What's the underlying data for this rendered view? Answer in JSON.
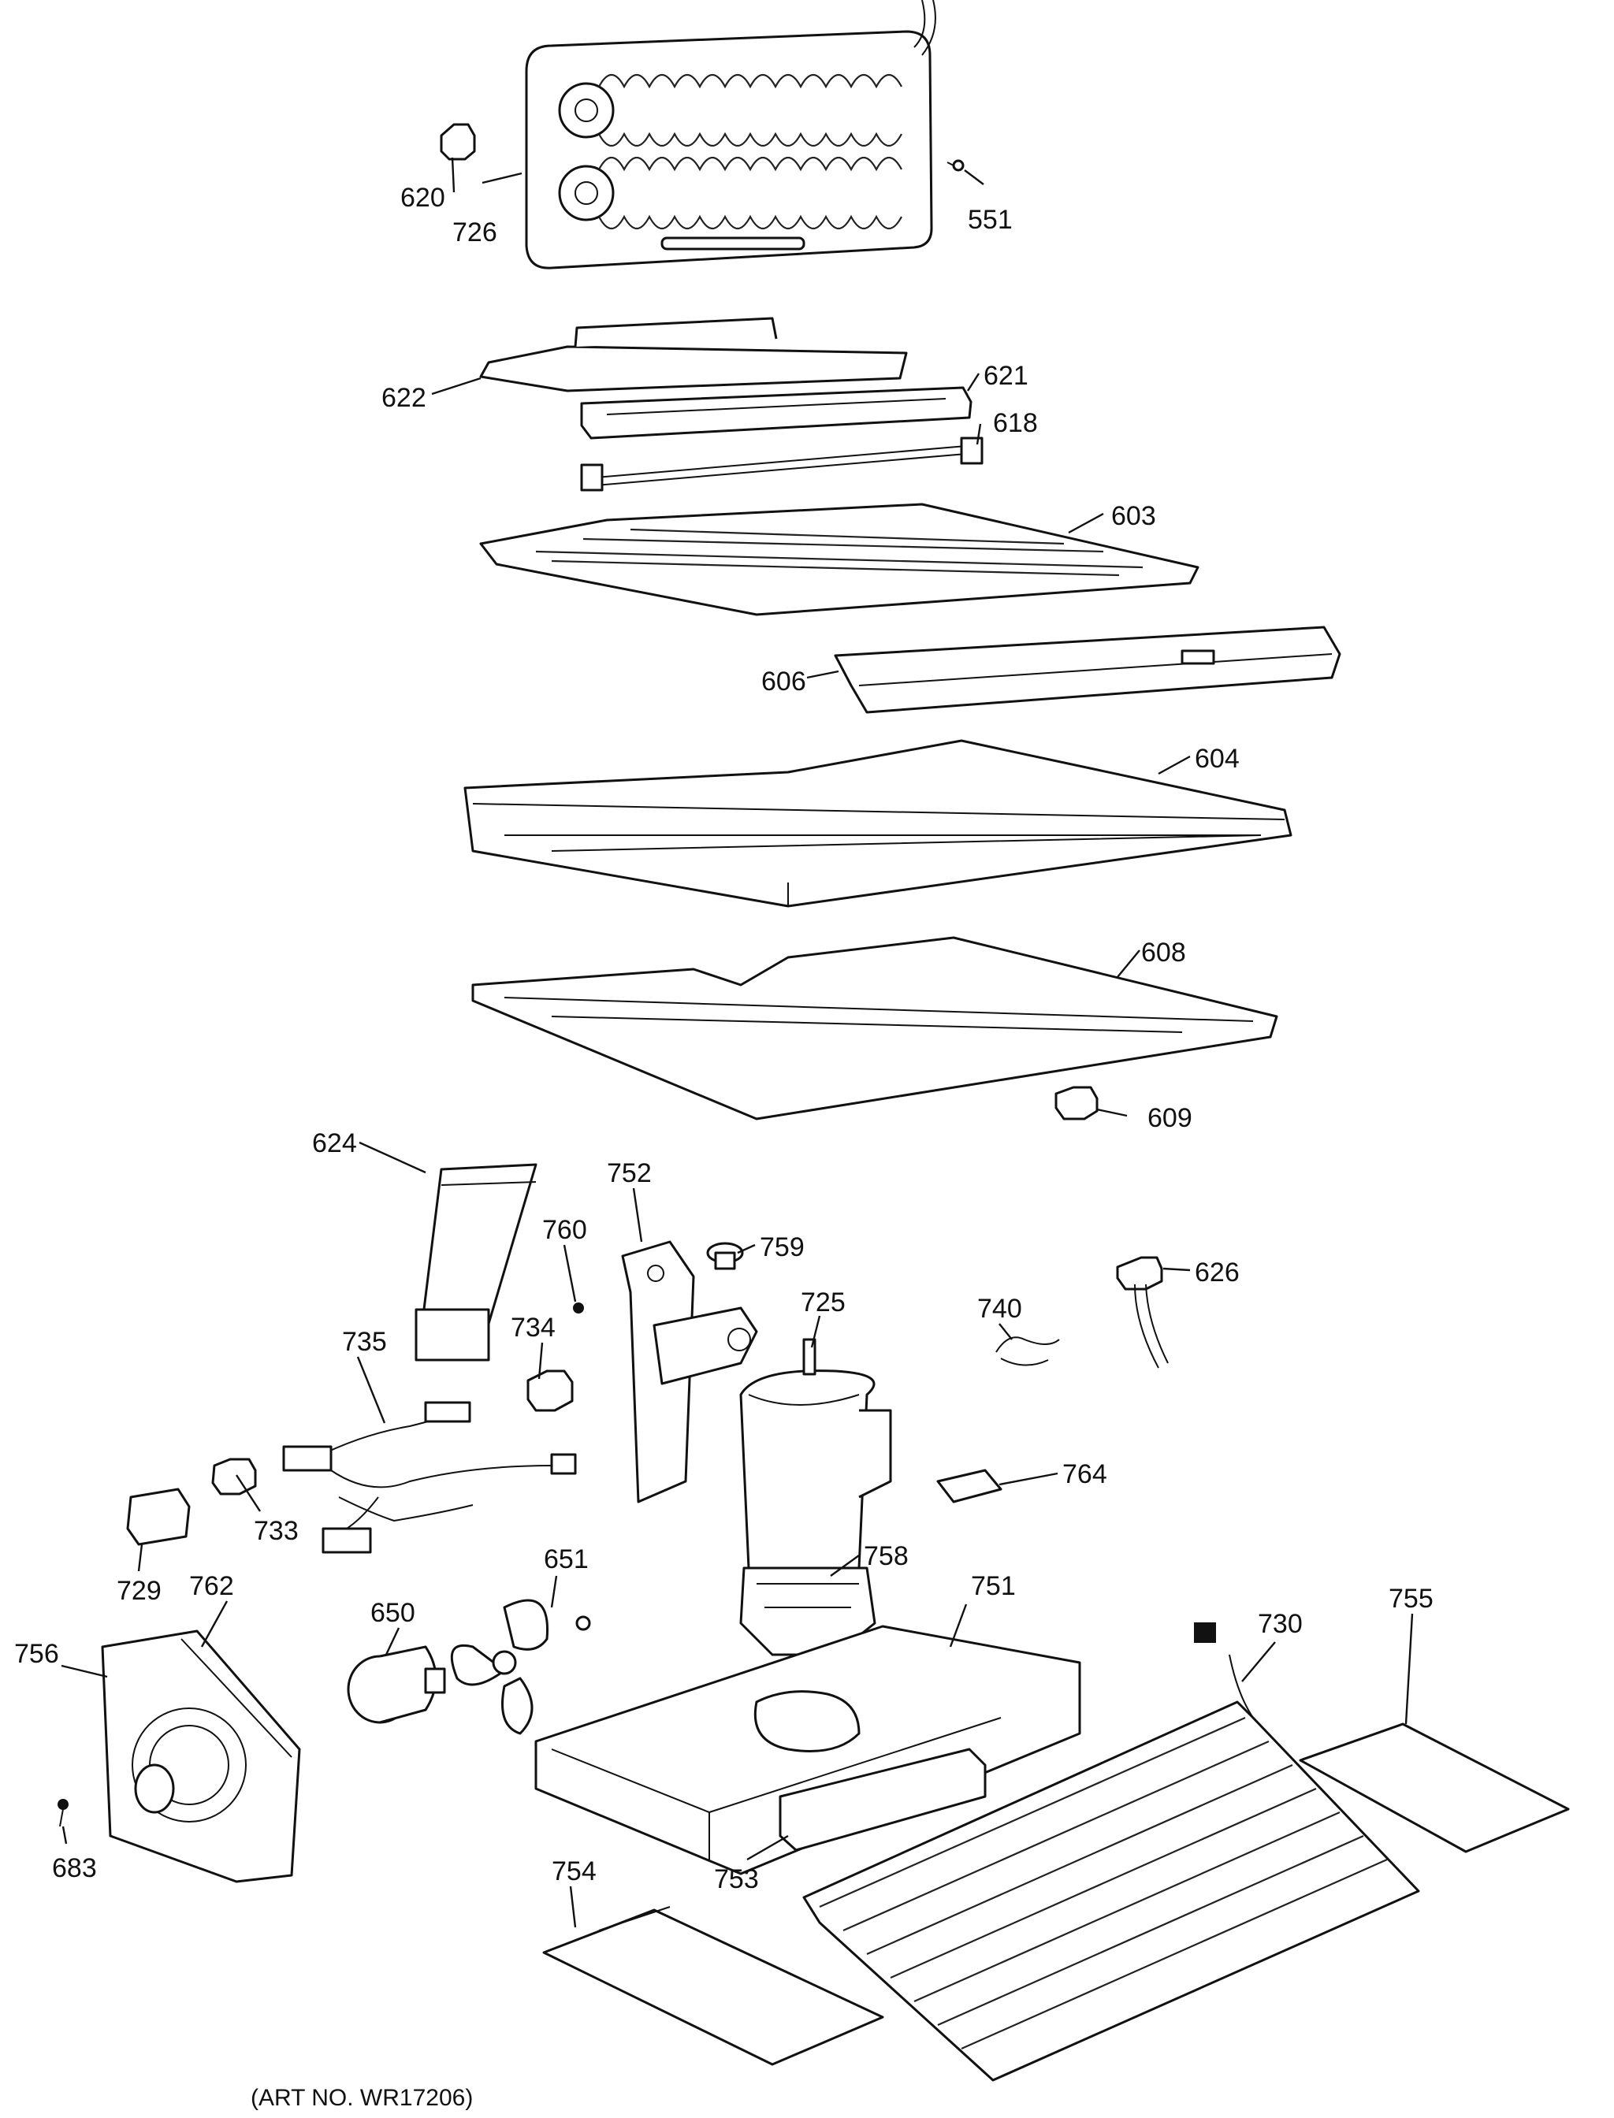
{
  "parts": [
    {
      "id": "p726",
      "number": "726"
    },
    {
      "id": "p620",
      "number": "620"
    },
    {
      "id": "p551",
      "number": "551"
    },
    {
      "id": "p622",
      "number": "622"
    },
    {
      "id": "p621",
      "number": "621"
    },
    {
      "id": "p618",
      "number": "618"
    },
    {
      "id": "p603",
      "number": "603"
    },
    {
      "id": "p606",
      "number": "606"
    },
    {
      "id": "p604",
      "number": "604"
    },
    {
      "id": "p608",
      "number": "608"
    },
    {
      "id": "p609",
      "number": "609"
    },
    {
      "id": "p624",
      "number": "624"
    },
    {
      "id": "p752",
      "number": "752"
    },
    {
      "id": "p759",
      "number": "759"
    },
    {
      "id": "p760",
      "number": "760"
    },
    {
      "id": "p734",
      "number": "734"
    },
    {
      "id": "p735",
      "number": "735"
    },
    {
      "id": "p725",
      "number": "725"
    },
    {
      "id": "p740",
      "number": "740"
    },
    {
      "id": "p626",
      "number": "626"
    },
    {
      "id": "p764",
      "number": "764"
    },
    {
      "id": "p733",
      "number": "733"
    },
    {
      "id": "p729",
      "number": "729"
    },
    {
      "id": "p758",
      "number": "758"
    },
    {
      "id": "p651",
      "number": "651"
    },
    {
      "id": "p650",
      "number": "650"
    },
    {
      "id": "p762",
      "number": "762"
    },
    {
      "id": "p756",
      "number": "756"
    },
    {
      "id": "p751",
      "number": "751"
    },
    {
      "id": "p730",
      "number": "730"
    },
    {
      "id": "p755",
      "number": "755"
    },
    {
      "id": "p683",
      "number": "683"
    },
    {
      "id": "p753",
      "number": "753"
    },
    {
      "id": "p754",
      "number": "754"
    }
  ],
  "art_number": "(ART NO. WR17206)"
}
